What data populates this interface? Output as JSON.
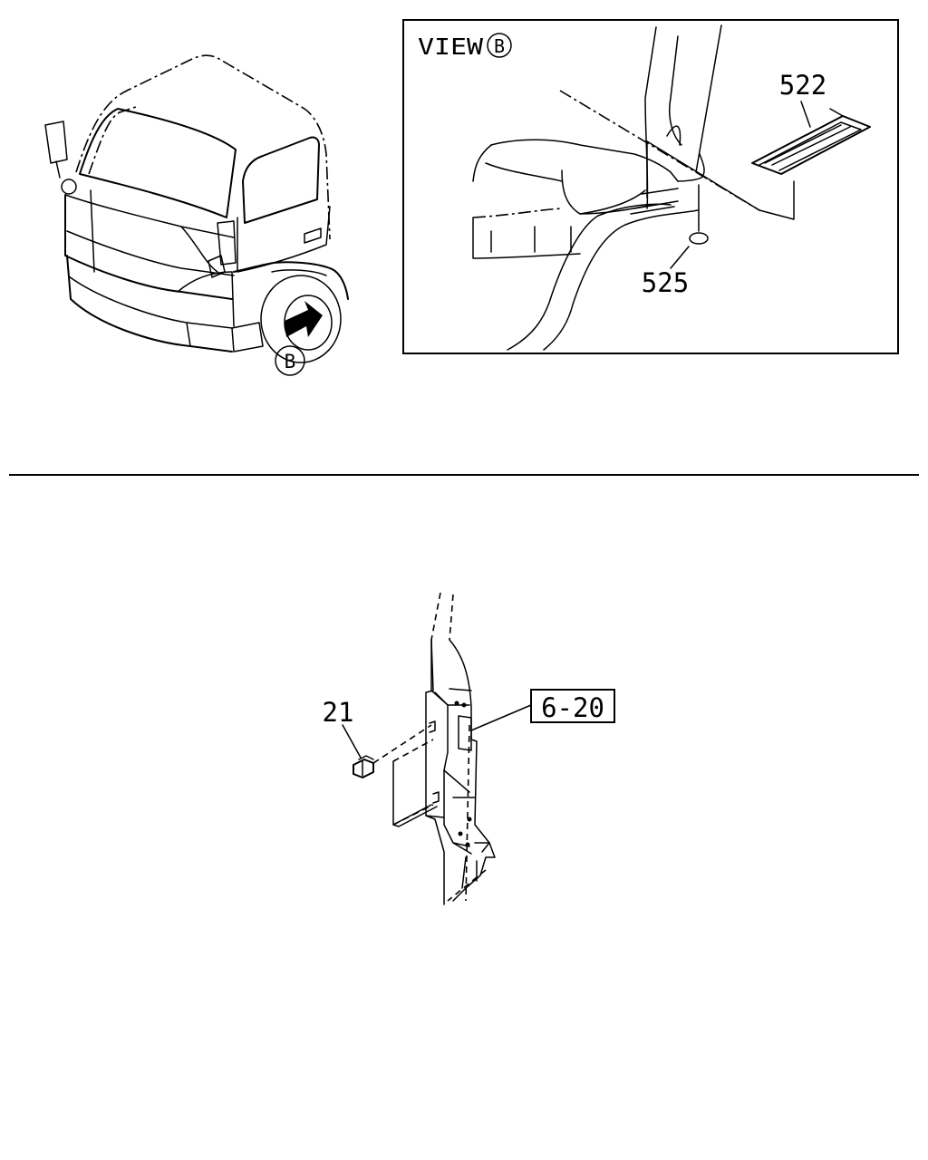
{
  "view_label": "VIEW",
  "view_marker": "B",
  "callout_marker": "B",
  "parts": {
    "step_pad": "522",
    "grommet": "525",
    "clip": "21"
  },
  "reference": "6-20"
}
